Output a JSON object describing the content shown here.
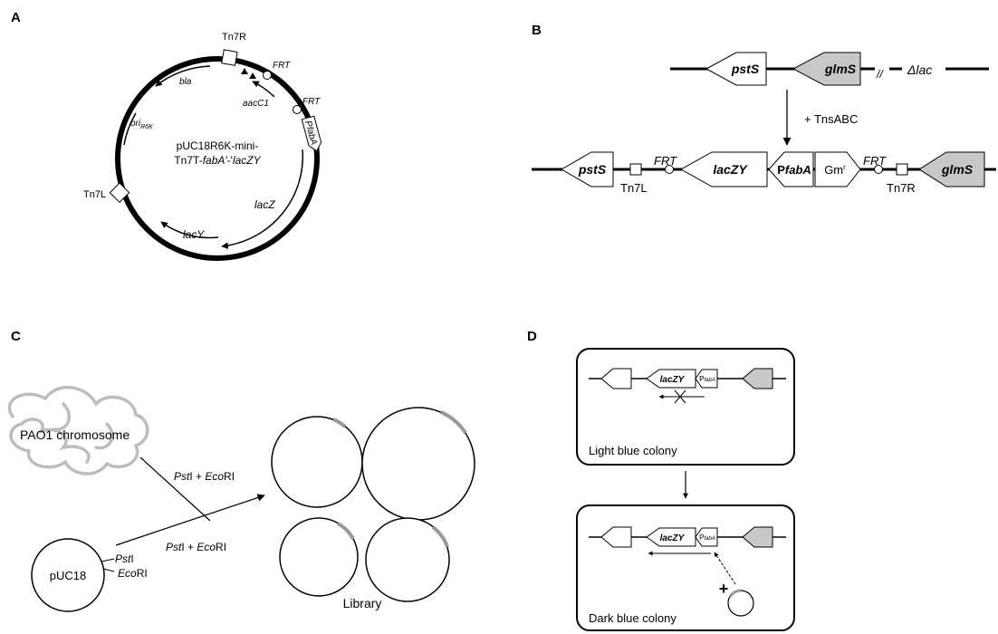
{
  "panels": {
    "a": {
      "letter": "A",
      "tn7r": "Tn7R",
      "tn7l": "Tn7L",
      "frt1": "FRT",
      "frt2": "FRT",
      "bla": "bla",
      "aacC1": "aacC1",
      "ori": "ori",
      "ori_sub": "R6K",
      "pfabA": "PfabA",
      "plasmid_line1": "pUC18R6K-mini-",
      "plasmid_line2_a": "Tn7T-",
      "plasmid_line2_b": "fabA'",
      "plasmid_line2_c": "-'",
      "plasmid_line2_d": "lacZY",
      "lacZ": "lacZ",
      "lacY": "lacY"
    },
    "b": {
      "letter": "B",
      "pstS_top": "pstS",
      "glmS_top": "glmS",
      "break_mark": "//",
      "delta_lac": "Δlac",
      "tnsabc": "+ TnsABC",
      "pstS_bottom": "pstS",
      "tn7l": "Tn7L",
      "frt_left": "FRT",
      "lacZY": "lacZY",
      "pfabA_p": "P",
      "pfabA_rest": "fabA",
      "gm": "Gm",
      "gm_sup": "r",
      "frt_right": "FRT",
      "tn7r": "Tn7R",
      "glmS_bottom": "glmS"
    },
    "c": {
      "letter": "C",
      "chromosome": "PAO1 chromosome",
      "enzymes_top_1": "Pst",
      "enzymes_top_2": "I + ",
      "enzymes_top_3": "Eco",
      "enzymes_top_4": "RI",
      "enzymes_bottom_1": "Pst",
      "enzymes_bottom_2": "I + ",
      "enzymes_bottom_3": "Eco",
      "enzymes_bottom_4": "RI",
      "puc18": "pUC18",
      "psti_1": "Pst",
      "psti_2": "I",
      "ecori_1": "Eco",
      "ecori_2": "RI",
      "library": "Library"
    },
    "d": {
      "letter": "D",
      "light_lacZY": "lacZY",
      "light_p": "P",
      "light_fabA": "fabA",
      "light_caption": "Light blue colony",
      "dark_lacZY": "lacZY",
      "dark_p": "P",
      "dark_fabA": "fabA",
      "plus": "+",
      "dark_caption": "Dark blue colony"
    }
  },
  "colors": {
    "gene_grey": "#c8c8c8",
    "insert_grey": "#999999",
    "chromosome_grey": "#bdbdbd"
  }
}
